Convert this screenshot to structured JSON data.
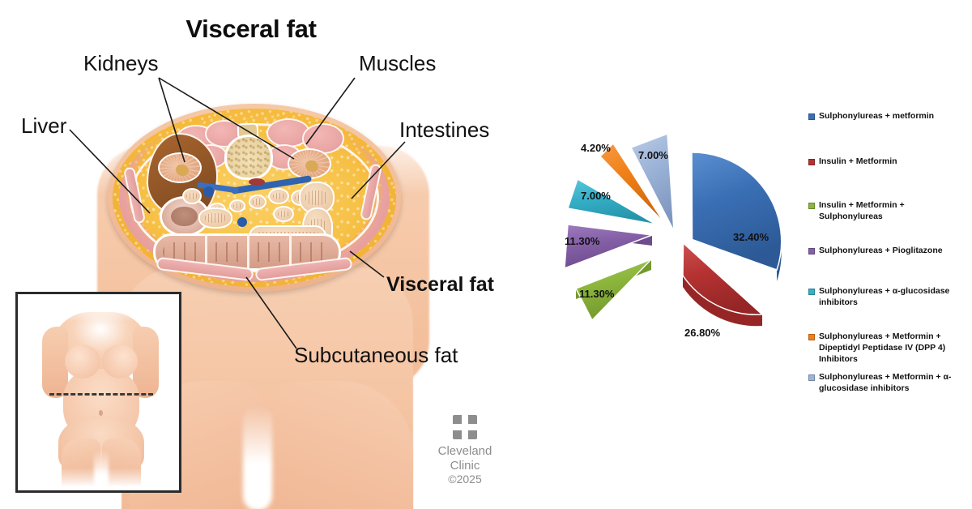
{
  "anatomy": {
    "title": "Visceral fat",
    "labels": {
      "kidneys": "Kidneys",
      "muscles": "Muscles",
      "liver": "Liver",
      "intestines": "Intestines",
      "visceral_fat": "Visceral fat",
      "subcutaneous_fat": "Subcutaneous fat"
    },
    "credit": {
      "line1": "Cleveland",
      "line2": "Clinic",
      "copyright": "©2025",
      "logo_icon": "cleveland-clinic-logo"
    }
  },
  "chart_data": {
    "type": "pie",
    "title": "",
    "legend_position": "right",
    "exploded": true,
    "style": "3d",
    "categories": [
      "Sulphonylureas + metformin",
      "Insulin + Metformin",
      "Insulin + Metformin + Sulphonylureas",
      "Sulphonylureas + Pioglitazone",
      "Sulphonylureas +  α-glucosidase inhibitors",
      "Sulphonylureas + Metformin + Dipeptidyl Peptidase IV (DPP 4) Inhibitors",
      "Sulphonylureas + Metformin +  α-glucosidase inhibitors"
    ],
    "values": [
      32.4,
      26.8,
      11.3,
      11.3,
      7.0,
      4.2,
      7.0
    ],
    "value_labels": [
      "32.40%",
      "26.80%",
      "11.30%",
      "11.30%",
      "7.00%",
      "4.20%",
      "7.00%"
    ],
    "colors": [
      "#3a6fb5",
      "#b53232",
      "#8cb63c",
      "#8560a8",
      "#35b0c8",
      "#f08018",
      "#9cb4d8"
    ],
    "legend_entries": [
      {
        "label": "Sulphonylureas + metformin",
        "color": "#3a6fb5"
      },
      {
        "label": "Insulin + Metformin",
        "color": "#b53232"
      },
      {
        "label": "Insulin + Metformin + Sulphonylureas",
        "color": "#8cb63c"
      },
      {
        "label": "Sulphonylureas + Pioglitazone",
        "color": "#8560a8"
      },
      {
        "label": "Sulphonylureas +  α-glucosidase inhibitors",
        "color": "#35b0c8"
      },
      {
        "label": "Sulphonylureas + Metformin + Dipeptidyl Peptidase IV (DPP 4) Inhibitors",
        "color": "#f08018"
      },
      {
        "label": "Sulphonylureas + Metformin +  α-glucosidase inhibitors",
        "color": "#9cb4d8"
      }
    ]
  }
}
